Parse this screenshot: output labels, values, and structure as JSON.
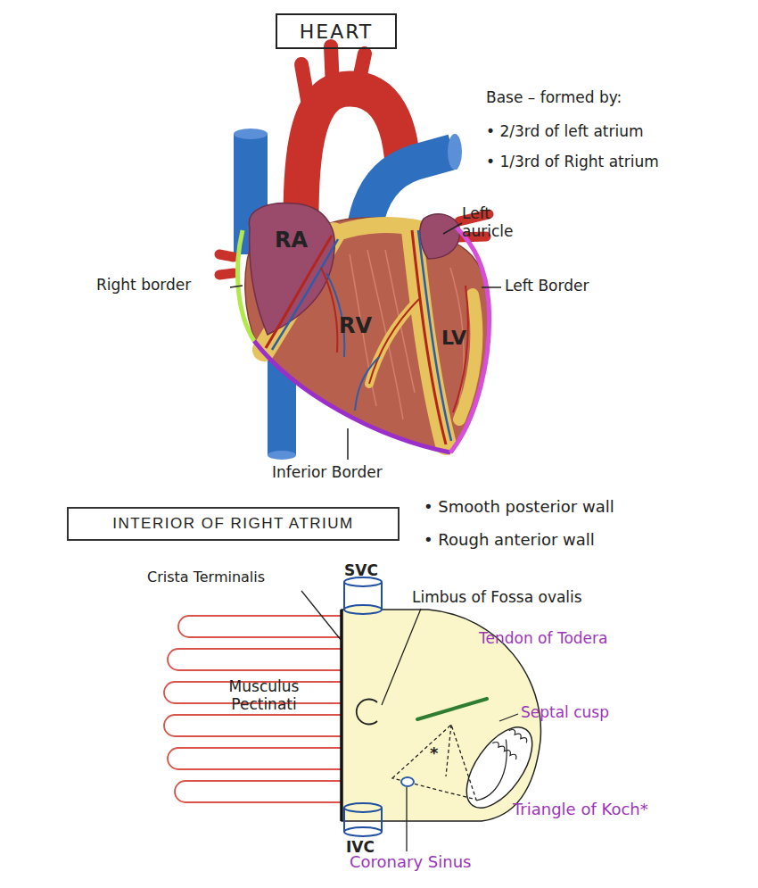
{
  "diagram": {
    "title": "HEART",
    "nodes": [
      {
        "text": [
          "INTERIOR OF RIGHT ATRIUM"
        ]
      }
    ],
    "labels": [
      "RA",
      "Left auricle",
      "Right border",
      "Left Border",
      "RV",
      "LV",
      "Inferior Border",
      "Base – formed by:",
      "• 2/3rd of left atrium",
      "• 1/3rd of Right atrium",
      "• Smooth posterior wall",
      "• Rough anterior wall",
      "Crista Terminalis",
      "SVC",
      "Limbus of Fossa ovalis",
      "Tendon of Todera",
      "Septal cusp",
      "Musculus Pectinati",
      "*",
      "IVC",
      "Triangle of Koch*",
      "Coronary Sinus"
    ]
  }
}
